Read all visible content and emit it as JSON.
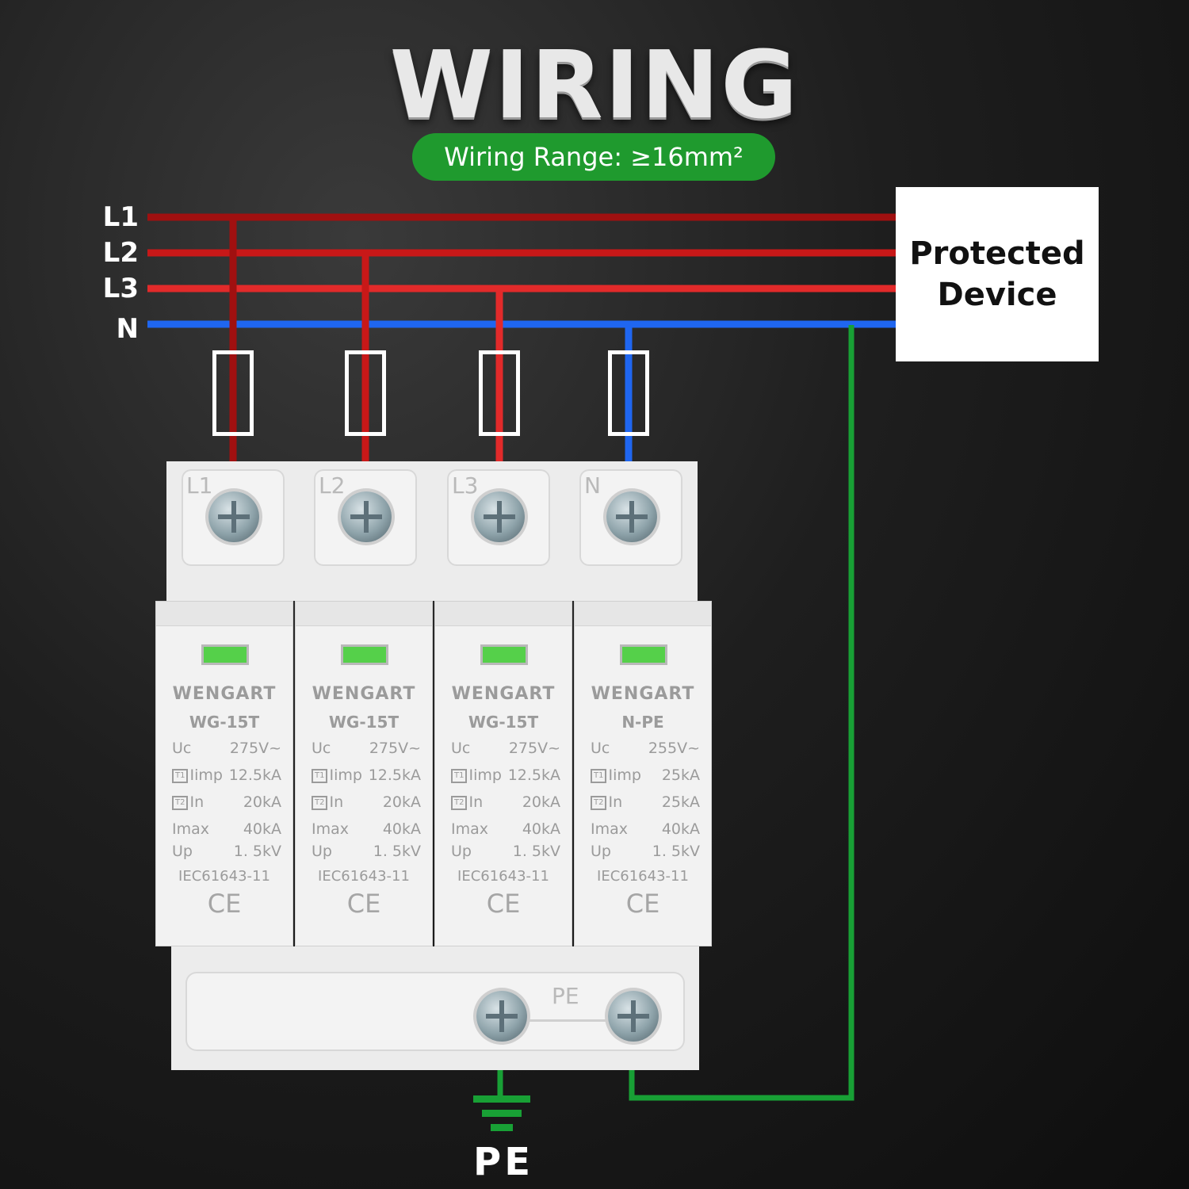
{
  "title": "WIRING",
  "wiring_range": "Wiring Range: ≥16mm²",
  "protected_device": "Protected Device",
  "bus_labels": [
    "L1",
    "L2",
    "L3",
    "N"
  ],
  "colors": {
    "L1": "#a01010",
    "L2": "#c81818",
    "L3": "#e22a2a",
    "N": "#1f66f0",
    "PE": "#18a035",
    "pill": "#1f9a2e"
  },
  "terminals": [
    "L1",
    "L2",
    "L3",
    "N"
  ],
  "modules": [
    {
      "brand": "WENGART",
      "model": "WG-15T",
      "uc_label": "Uc",
      "uc": "275V~",
      "iimp_label": "Iimp",
      "iimp": "12.5kA",
      "in_label": "In",
      "in": "20kA",
      "imax_label": "Imax",
      "imax": "40kA",
      "up_label": "Up",
      "up": "1. 5kV",
      "standard": "IEC61643-11",
      "ce": "CE"
    },
    {
      "brand": "WENGART",
      "model": "WG-15T",
      "uc_label": "Uc",
      "uc": "275V~",
      "iimp_label": "Iimp",
      "iimp": "12.5kA",
      "in_label": "In",
      "in": "20kA",
      "imax_label": "Imax",
      "imax": "40kA",
      "up_label": "Up",
      "up": "1. 5kV",
      "standard": "IEC61643-11",
      "ce": "CE"
    },
    {
      "brand": "WENGART",
      "model": "WG-15T",
      "uc_label": "Uc",
      "uc": "275V~",
      "iimp_label": "Iimp",
      "iimp": "12.5kA",
      "in_label": "In",
      "in": "20kA",
      "imax_label": "Imax",
      "imax": "40kA",
      "up_label": "Up",
      "up": "1. 5kV",
      "standard": "IEC61643-11",
      "ce": "CE"
    },
    {
      "brand": "WENGART",
      "model": "N-PE",
      "uc_label": "Uc",
      "uc": "255V~",
      "iimp_label": "Iimp",
      "iimp": "25kA",
      "in_label": "In",
      "in": "25kA",
      "imax_label": "Imax",
      "imax": "40kA",
      "up_label": "Up",
      "up": "1. 5kV",
      "standard": "IEC61643-11",
      "ce": "CE"
    }
  ],
  "type_badges": {
    "t1": "T1",
    "t2": "T2"
  },
  "pe_rail_label": "PE",
  "pe_ground_label": "PE"
}
